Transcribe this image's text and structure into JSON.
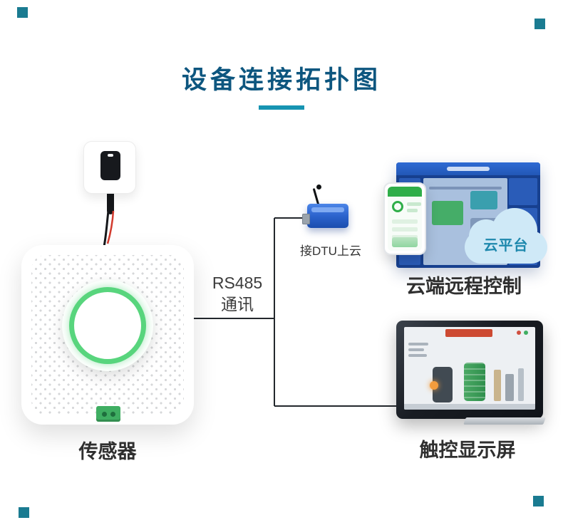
{
  "header": {
    "title": "设备连接拓扑图"
  },
  "diagram": {
    "bus": {
      "line1": "RS485",
      "line2": "通讯"
    },
    "sensor": {
      "label": "传感器"
    },
    "dtu": {
      "label": "接DTU上云"
    },
    "cloud": {
      "label": "云平台"
    },
    "cloud_control": {
      "label": "云端远程控制"
    },
    "touch_screen": {
      "label": "触控显示屏"
    }
  },
  "colors": {
    "title_blue": "#0d567f",
    "underline_teal": "#1794b2",
    "corner_teal": "#1a7b91",
    "sensor_ring_green": "#58d57d",
    "dtu_blue": "#2c63cd",
    "cloud_fill": "#cfe9f7",
    "cloud_text": "#1e88ad",
    "label_text": "#2f2f2f",
    "wire_red": "#d23b2e",
    "line_dark": "#23282d"
  }
}
